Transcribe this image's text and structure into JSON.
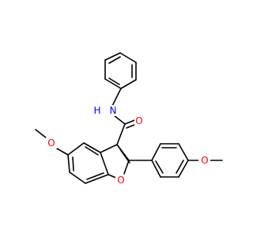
{
  "molecule": {
    "atom_labels": {
      "amide_nitrogen": "N",
      "amide_hydrogen": "H",
      "carbonyl_oxygen": "O",
      "methoxy_oxygen_left": "O",
      "methoxy_oxygen_right": "O",
      "furan_oxygen": "O"
    },
    "colors": {
      "bond": "#000000",
      "nitrogen": "#0000ff",
      "oxygen": "#ff0000"
    }
  }
}
